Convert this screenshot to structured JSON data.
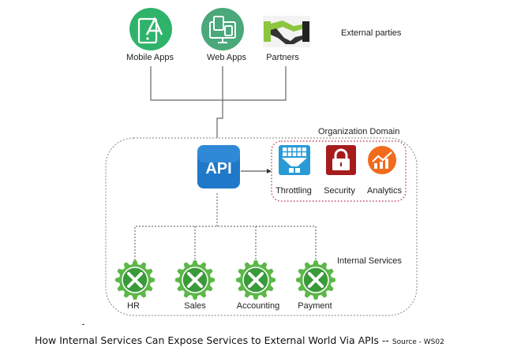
{
  "external": {
    "section_label": "External parties",
    "items": [
      {
        "label": "Mobile Apps",
        "icon": "mobile-app-icon"
      },
      {
        "label": "Web Apps",
        "icon": "web-app-icon"
      },
      {
        "label": "Partners",
        "icon": "handshake-icon"
      }
    ]
  },
  "organization": {
    "section_label": "Organization Domain",
    "api_label": "API",
    "features": [
      {
        "label": "Throttling",
        "icon": "funnel-icon"
      },
      {
        "label": "Security",
        "icon": "padlock-icon"
      },
      {
        "label": "Analytics",
        "icon": "chart-icon"
      }
    ]
  },
  "internal": {
    "section_label": "Internal Services",
    "services": [
      {
        "label": "HR",
        "icon": "gear-wrench-icon"
      },
      {
        "label": "Sales",
        "icon": "gear-wrench-icon"
      },
      {
        "label": "Accounting",
        "icon": "gear-wrench-icon"
      },
      {
        "label": "Payment",
        "icon": "gear-wrench-icon"
      }
    ]
  },
  "caption": {
    "main": "How Internal Services Can Expose Services to External World Via APIs -- ",
    "source": "Source - WS02"
  },
  "colors": {
    "green": "#2fb36b",
    "gear_green": "#5cb748",
    "api_blue": "#1f78c8",
    "throttle_blue": "#2a9ad6",
    "security_red": "#a51c1c",
    "analytics_orange": "#f26a1b",
    "partner_lime": "#8cc63f"
  }
}
